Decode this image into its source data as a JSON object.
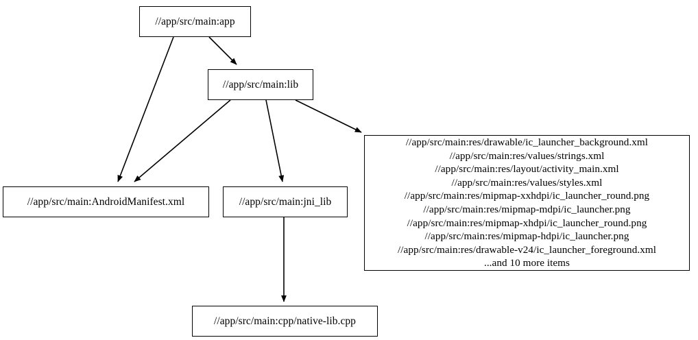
{
  "graph": {
    "type": "directed-acyclic-dependency-graph",
    "background_color": "#ffffff",
    "node_border_color": "#000000",
    "node_fill_color": "#ffffff",
    "edge_color": "#000000",
    "nodes": [
      {
        "id": "app",
        "label": "//app/src/main:app"
      },
      {
        "id": "lib",
        "label": "//app/src/main:lib"
      },
      {
        "id": "manifest",
        "label": "//app/src/main:AndroidManifest.xml"
      },
      {
        "id": "jni_lib",
        "label": "//app/src/main:jni_lib"
      },
      {
        "id": "resources",
        "label": "//app/src/main:res/drawable/ic_launcher_background.xml\n//app/src/main:res/values/strings.xml\n//app/src/main:res/layout/activity_main.xml\n//app/src/main:res/values/styles.xml\n//app/src/main:res/mipmap-xxhdpi/ic_launcher_round.png\n//app/src/main:res/mipmap-mdpi/ic_launcher.png\n//app/src/main:res/mipmap-xhdpi/ic_launcher_round.png\n//app/src/main:res/mipmap-hdpi/ic_launcher.png\n//app/src/main:res/drawable-v24/ic_launcher_foreground.xml\n...and 10 more items",
        "lines": [
          "//app/src/main:res/drawable/ic_launcher_background.xml",
          "//app/src/main:res/values/strings.xml",
          "//app/src/main:res/layout/activity_main.xml",
          "//app/src/main:res/values/styles.xml",
          "//app/src/main:res/mipmap-xxhdpi/ic_launcher_round.png",
          "//app/src/main:res/mipmap-mdpi/ic_launcher.png",
          "//app/src/main:res/mipmap-xhdpi/ic_launcher_round.png",
          "//app/src/main:res/mipmap-hdpi/ic_launcher.png",
          "//app/src/main:res/drawable-v24/ic_launcher_foreground.xml",
          "...and 10 more items"
        ],
        "overflow_note": "...and 10 more items"
      },
      {
        "id": "native_lib",
        "label": "//app/src/main:cpp/native-lib.cpp"
      }
    ],
    "edges": [
      {
        "from": "app",
        "to": "manifest"
      },
      {
        "from": "app",
        "to": "lib"
      },
      {
        "from": "lib",
        "to": "manifest"
      },
      {
        "from": "lib",
        "to": "jni_lib"
      },
      {
        "from": "lib",
        "to": "resources"
      },
      {
        "from": "jni_lib",
        "to": "native_lib"
      }
    ]
  }
}
